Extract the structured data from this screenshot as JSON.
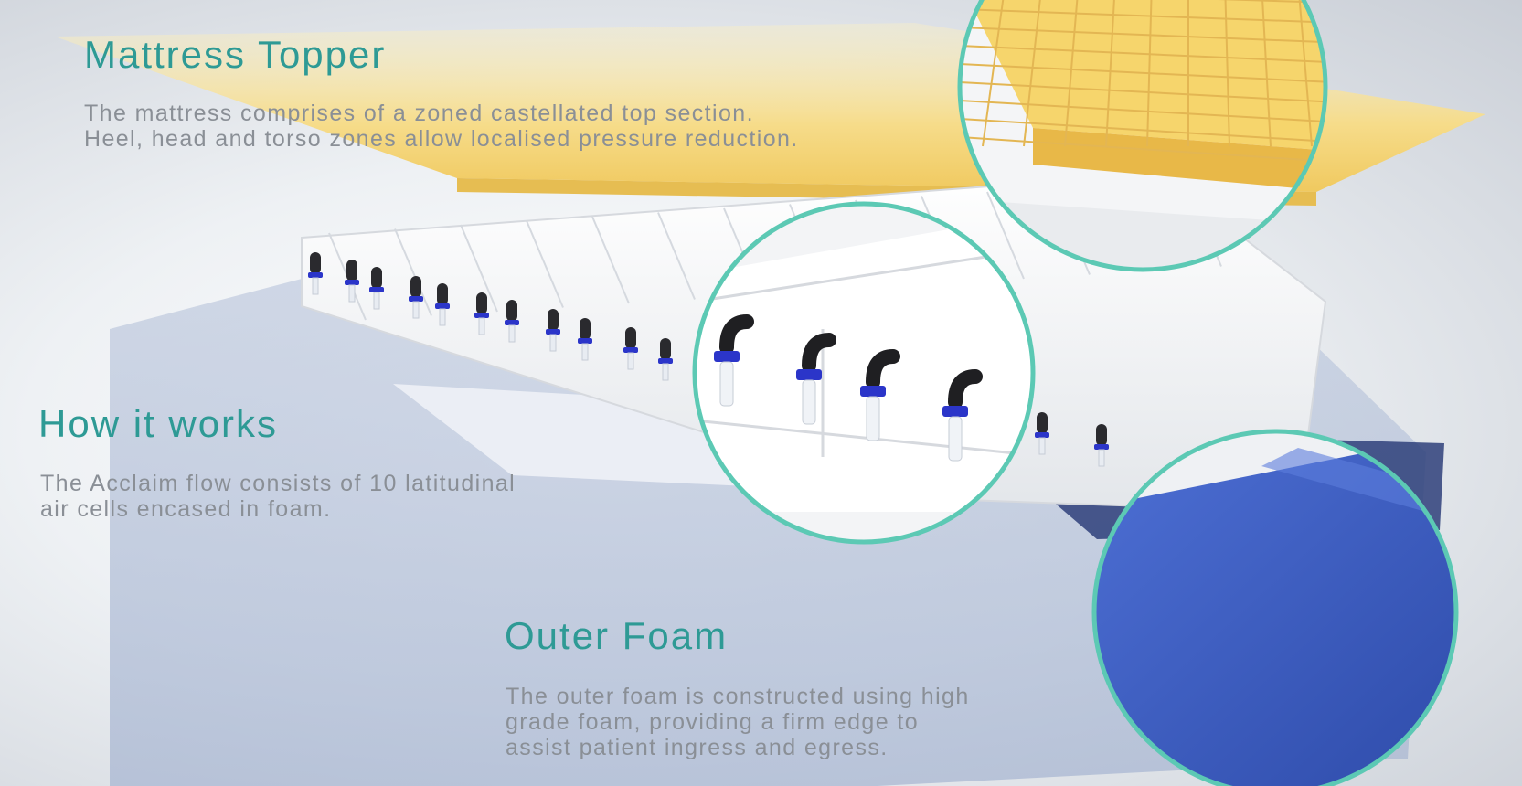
{
  "sections": [
    {
      "heading": "Mattress Topper",
      "lines": [
        "The mattress comprises of a zoned castellated top section.",
        "Heel, head and torso zones allow localised pressure reduction."
      ]
    },
    {
      "heading": "How it works",
      "lines": [
        "The Acclaim flow consists of 10 latitudinal",
        "air cells encased in foam."
      ]
    },
    {
      "heading": "Outer Foam",
      "lines": [
        "The outer foam is constructed using high",
        "grade foam, providing a firm edge to",
        "assist patient ingress and egress."
      ]
    }
  ],
  "colors": {
    "accent": "#2e9a95",
    "body_text": "#8a8f96",
    "topper": "#f3d57a",
    "outer_foam": "#3f5fc0",
    "callout_ring": "#5cc9b4",
    "valve_cap": "#2b35c9"
  }
}
